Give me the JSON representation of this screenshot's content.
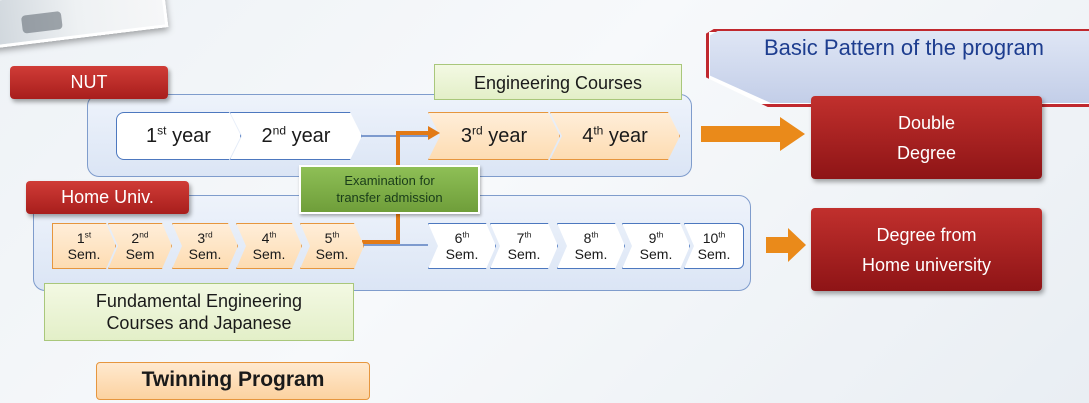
{
  "title": "Basic Pattern of the program",
  "nut_label": "NUT",
  "home_label": "Home Univ.",
  "engineering_courses": "Engineering Courses",
  "fundamental_courses": {
    "line1": "Fundamental Engineering",
    "line2": "Courses and Japanese"
  },
  "exam": {
    "line1": "Examination for",
    "line2": "transfer admission"
  },
  "years": [
    {
      "num": "1",
      "sup": "st",
      "word": "year"
    },
    {
      "num": "2",
      "sup": "nd",
      "word": "year"
    },
    {
      "num": "3",
      "sup": "rd",
      "word": "year"
    },
    {
      "num": "4",
      "sup": "th",
      "word": "year"
    }
  ],
  "semesters_home": [
    {
      "num": "1",
      "sup": "st",
      "word": "Sem."
    },
    {
      "num": "2",
      "sup": "nd",
      "word": "Sem"
    },
    {
      "num": "3",
      "sup": "rd",
      "word": "Sem."
    },
    {
      "num": "4",
      "sup": "th",
      "word": "Sem."
    },
    {
      "num": "5",
      "sup": "th",
      "word": "Sem."
    }
  ],
  "semesters_later": [
    {
      "num": "6",
      "sup": "th",
      "word": "Sem."
    },
    {
      "num": "7",
      "sup": "th",
      "word": "Sem."
    },
    {
      "num": "8",
      "sup": "th",
      "word": "Sem."
    },
    {
      "num": "9",
      "sup": "th",
      "word": "Sem."
    },
    {
      "num": "10",
      "sup": "th",
      "word": "Sem."
    }
  ],
  "double_degree": {
    "line1": "Double",
    "line2": "Degree"
  },
  "home_degree": {
    "line1": "Degree from",
    "line2": "Home university"
  },
  "twinning": "Twinning Program",
  "colors": {
    "red": "#b32424",
    "orange": "#e8911f",
    "blue_border": "#7f9ccc",
    "green": "#7aa847",
    "title_blue": "#1d3d8f"
  }
}
